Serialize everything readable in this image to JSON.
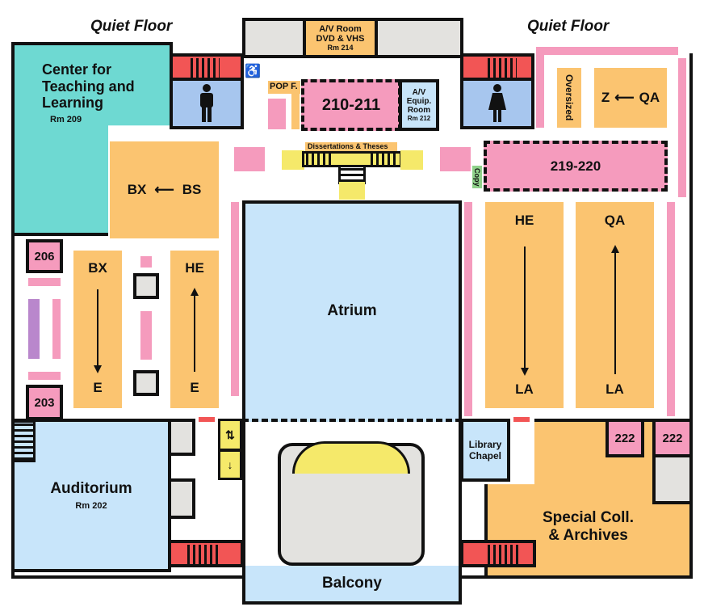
{
  "map": {
    "headers": {
      "left": "Quiet Floor",
      "right": "Quiet Floor"
    },
    "rooms": {
      "ctl": {
        "line1": "Center for",
        "line2": "Teaching and",
        "line3": "Learning",
        "room": "Rm 209"
      },
      "av_room": {
        "line1": "A/V Room",
        "line2": "DVD & VHS",
        "room": "Rm 214"
      },
      "pop": "POP F.",
      "r210": "210-211",
      "av_equip": {
        "line1": "A/V",
        "line2": "Equip.",
        "line3": "Room",
        "room": "Rm 212"
      },
      "dissertations": "Dissertations & Theses",
      "copy": "Copy",
      "r219": "219-220",
      "oversized": "Oversized",
      "atrium": "Atrium",
      "r206": "206",
      "r203": "203",
      "auditorium": {
        "name": "Auditorium",
        "room": "Rm 202"
      },
      "balcony": "Balcony",
      "chapel": {
        "line1": "Library",
        "line2": "Chapel"
      },
      "r222a": "222",
      "r222b": "222",
      "special": {
        "line1": "Special Coll.",
        "line2": "& Archives"
      }
    },
    "stacks": {
      "bx_bs": {
        "from": "BS",
        "to": "BX",
        "direction": "left"
      },
      "z_qa": {
        "from": "QA",
        "to": "Z",
        "direction": "left"
      },
      "bx_e": {
        "start": "BX",
        "end": "E",
        "direction": "down"
      },
      "he_e": {
        "start": "HE",
        "end": "E",
        "direction": "up"
      },
      "he_la": {
        "start": "HE",
        "end": "LA",
        "direction": "down"
      },
      "qa_la": {
        "start": "QA",
        "end": "LA",
        "direction": "up"
      }
    },
    "icons": [
      "mens-restroom",
      "womens-restroom",
      "accessible",
      "stairs",
      "elevator"
    ],
    "colors": {
      "stacks": "#fbc470",
      "study_rooms": "#f59bbd",
      "ctl": "#6ed9d2",
      "public_rooms": "#c8e5fa",
      "restrooms": "#a7c6ee",
      "stairwells": "#f25555",
      "elevators_stairs": "#f5e96a"
    }
  }
}
